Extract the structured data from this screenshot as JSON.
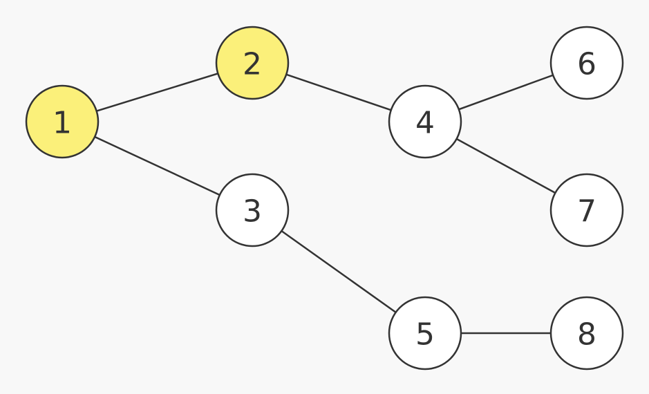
{
  "diagram": {
    "type": "graph",
    "colors": {
      "highlight": "#fbf07a",
      "default": "#ffffff",
      "stroke": "#333333",
      "background": "#f8f8f8"
    },
    "nodes": [
      {
        "id": "1",
        "label": "1",
        "highlighted": true
      },
      {
        "id": "2",
        "label": "2",
        "highlighted": true
      },
      {
        "id": "3",
        "label": "3",
        "highlighted": false
      },
      {
        "id": "4",
        "label": "4",
        "highlighted": false
      },
      {
        "id": "5",
        "label": "5",
        "highlighted": false
      },
      {
        "id": "6",
        "label": "6",
        "highlighted": false
      },
      {
        "id": "7",
        "label": "7",
        "highlighted": false
      },
      {
        "id": "8",
        "label": "8",
        "highlighted": false
      }
    ],
    "edges": [
      {
        "from": "1",
        "to": "2"
      },
      {
        "from": "1",
        "to": "3"
      },
      {
        "from": "2",
        "to": "4"
      },
      {
        "from": "3",
        "to": "5"
      },
      {
        "from": "4",
        "to": "6"
      },
      {
        "from": "4",
        "to": "7"
      },
      {
        "from": "5",
        "to": "8"
      }
    ]
  }
}
